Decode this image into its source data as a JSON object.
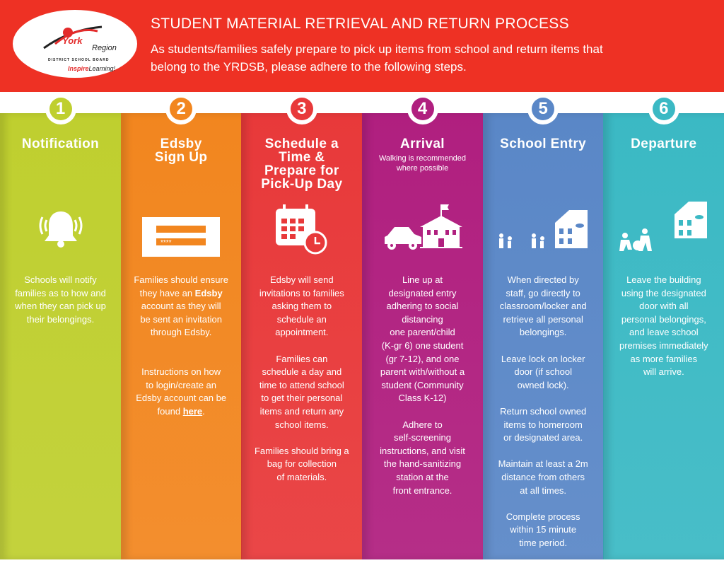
{
  "header": {
    "title": "STUDENT MATERIAL RETRIEVAL AND RETURN PROCESS",
    "subtitle": "As students/families safely prepare to pick up items from school and return items that belong to the YRDSB, please adhere to the following steps.",
    "logo": {
      "york": "York",
      "region": "Region",
      "board": "DISTRICT SCHOOL BOARD",
      "inspire": "Inspire",
      "learning": "Learning!"
    }
  },
  "colors": {
    "header": "#ee3124",
    "step1": "#bfcf2f",
    "step2": "#f2861f",
    "step3": "#e8393a",
    "step4": "#b01f7f",
    "step5": "#5a87c7",
    "step6": "#3bb9c4"
  },
  "steps": [
    {
      "number": "1",
      "title": "Notification",
      "icon": "bell-icon",
      "paragraphs": [
        "Schools will notify\nfamilies as to how and\nwhen they can pick up\ntheir belongings."
      ]
    },
    {
      "number": "2",
      "title": "Edsby\nSign Up",
      "icon": "login-form-icon",
      "password_mask": "****",
      "p1_before": "Families should ensure\nthey have an ",
      "p1_bold": "Edsby",
      "p1_after": "\naccount as they will\nbe sent an invitation\nthrough Edsby.",
      "p2_before": "Instructions on how\nto login/create an\nEdsby account can be\nfound ",
      "p2_link": "here",
      "p2_after": "."
    },
    {
      "number": "3",
      "title": "Schedule a\nTime &\nPrepare for\nPick-Up Day",
      "icon": "calendar-clock-icon",
      "paragraphs": [
        "Edsby will send\ninvitations to families\nasking them to\nschedule an\nappointment.",
        "Families can\nschedule a day and\ntime to attend school\nto get their personal\nitems and return any\nschool items.",
        "Families should bring a\nbag for collection\nof materials."
      ]
    },
    {
      "number": "4",
      "title": "Arrival",
      "note": "Walking is recommended\nwhere possible",
      "icon": "car-school-icon",
      "paragraphs": [
        "Line up at\ndesignated entry\nadhering to social\ndistancing\none parent/child\n(K-gr 6) one student\n(gr 7-12), and one\nparent with/without a\nstudent (Community\nClass K-12)",
        "Adhere to\nself-screening\ninstructions, and visit\nthe hand-sanitizing\nstation at the\nfront entrance."
      ]
    },
    {
      "number": "5",
      "title": "School Entry",
      "icon": "people-entering-school-icon",
      "paragraphs": [
        "When directed by\nstaff, go directly to\nclassroom/locker and\nretrieve all personal\nbelongings.",
        "Leave lock on locker\ndoor (if school\nowned lock).",
        "Return school owned\nitems to homeroom\nor designated area.",
        "Maintain at least a 2m\ndistance from others\nat all times.",
        "Complete process\nwithin 15 minute\ntime period."
      ]
    },
    {
      "number": "6",
      "title": "Departure",
      "icon": "people-leaving-school-icon",
      "paragraphs": [
        "Leave the building\nusing the designated\ndoor with all\npersonal belongings,\nand leave school\npremises immediately\nas more families\nwill arrive."
      ]
    }
  ]
}
